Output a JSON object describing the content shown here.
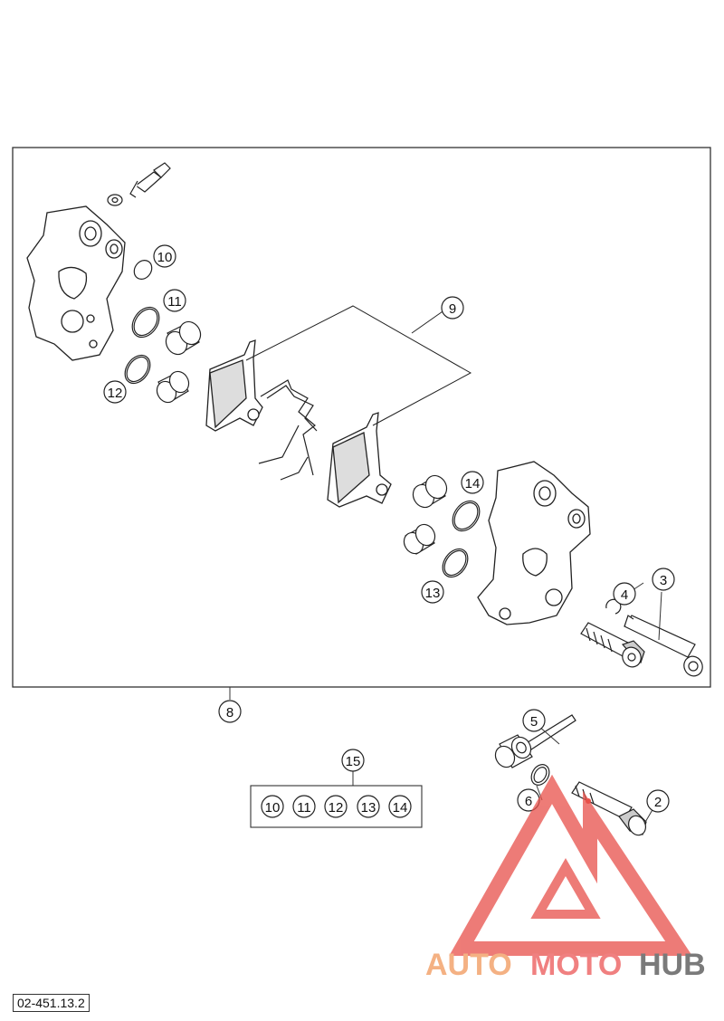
{
  "diagram": {
    "callouts": [
      {
        "id": "c2",
        "label": "2"
      },
      {
        "id": "c3",
        "label": "3"
      },
      {
        "id": "c4",
        "label": "4"
      },
      {
        "id": "c5",
        "label": "5"
      },
      {
        "id": "c6",
        "label": "6"
      },
      {
        "id": "c8",
        "label": "8"
      },
      {
        "id": "c9",
        "label": "9"
      },
      {
        "id": "c10",
        "label": "10"
      },
      {
        "id": "c11",
        "label": "11"
      },
      {
        "id": "c12",
        "label": "12"
      },
      {
        "id": "c13",
        "label": "13"
      },
      {
        "id": "c14",
        "label": "14"
      },
      {
        "id": "c15",
        "label": "15"
      }
    ],
    "kit_items": [
      "10",
      "11",
      "12",
      "13",
      "14"
    ],
    "reference_code": "02-451.13.2"
  },
  "watermark": {
    "part1": "AUTO",
    "part2": "MOTO",
    "part3": "HUB",
    "colors": {
      "auto": "#f4b183",
      "moto": "#f08080",
      "hub": "#7a7a7a",
      "logo": "#e8504a"
    }
  }
}
